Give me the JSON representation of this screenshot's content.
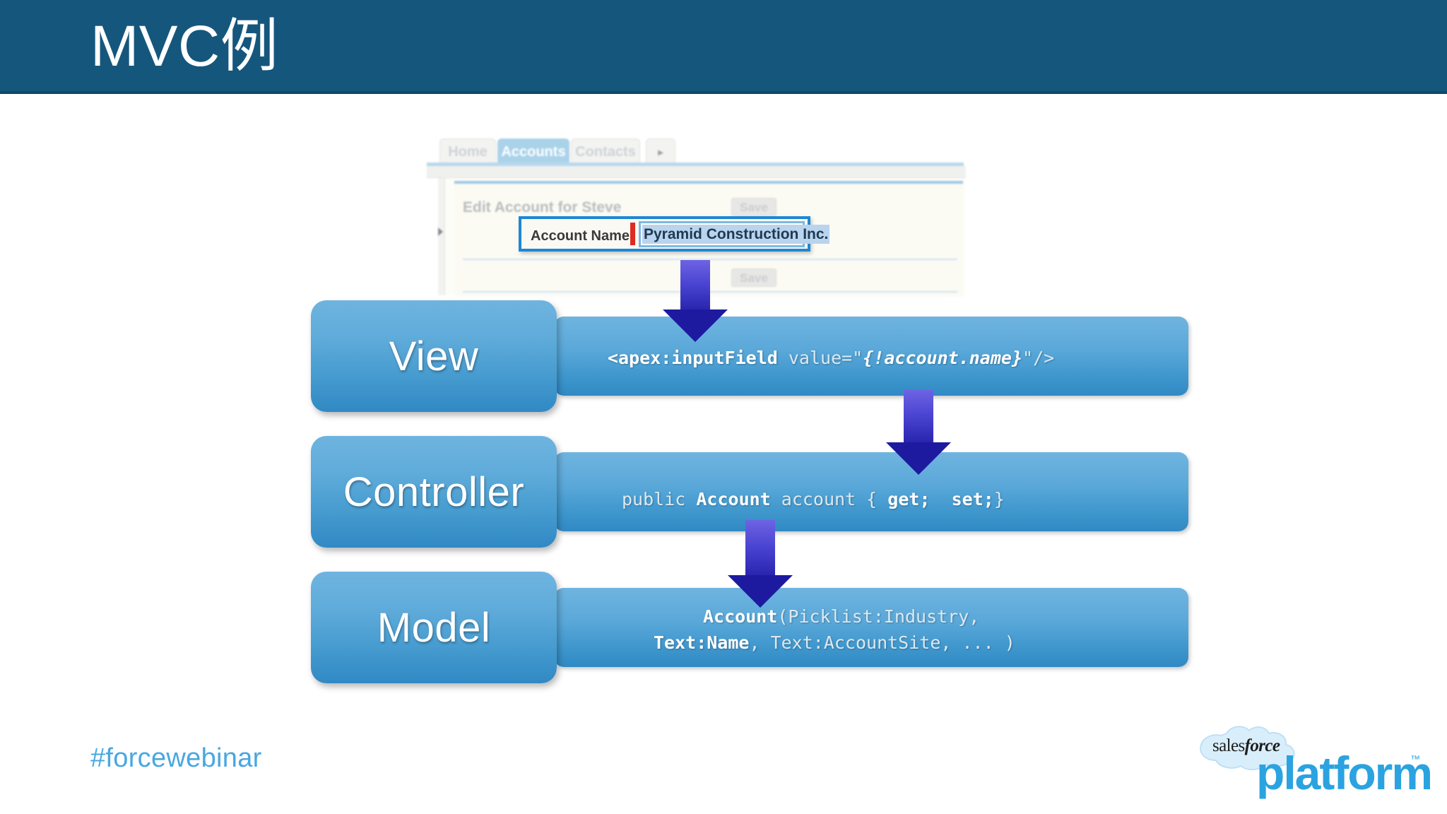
{
  "slide": {
    "title": "MVC例",
    "header_color": "#15567d",
    "background_color": "#ffffff"
  },
  "browser_mock": {
    "tabs": [
      {
        "label": "Home",
        "active": false
      },
      {
        "label": "Accounts",
        "active": true
      },
      {
        "label": "Contacts",
        "active": false
      },
      {
        "label": "▸",
        "active": false
      }
    ],
    "page_title": "Edit Account for Steve",
    "save_top_label": "Save",
    "save_bottom_label": "Save",
    "rail_caret_icon": "caret-right-icon",
    "field": {
      "label": "Account Name",
      "value": "Pyramid Construction Inc.",
      "required": true,
      "required_marker_color": "#e02b20",
      "highlight_border_color": "#1d87d4",
      "selection_color": "#b9d4ec"
    }
  },
  "diagram": {
    "accent_color": "#3189c4",
    "arrow_color_top": "#6d63e3",
    "arrow_color_bottom": "#1d1aa0",
    "rows": [
      {
        "name": "view",
        "label": "View",
        "code_plain_1": "<apex:inputField ",
        "code_dim_1": "value=\"",
        "code_bold_italic": "{!account.name}",
        "code_dim_2": "\"/>"
      },
      {
        "name": "controller",
        "label": "Controller",
        "code_dim_1": "public ",
        "code_bold_1": "Account",
        "code_dim_2": " account { ",
        "code_bold_2": "get;",
        "code_dim_3": "  ",
        "code_bold_3": "set;",
        "code_dim_4": "}"
      },
      {
        "name": "model",
        "label": "Model",
        "line1_bold": "Account",
        "line1_dim": "(Picklist:Industry,",
        "line2_bold": "Text:Name",
        "line2_dim": ", Text:AccountSite, ... )"
      }
    ]
  },
  "footer": {
    "hashtag": "#forcewebinar",
    "hashtag_color": "#49a7e0",
    "logo": {
      "cloud_word": "salesforce",
      "wordmark": "platform",
      "trademark": "™",
      "wordmark_color": "#2aa3e0"
    }
  }
}
